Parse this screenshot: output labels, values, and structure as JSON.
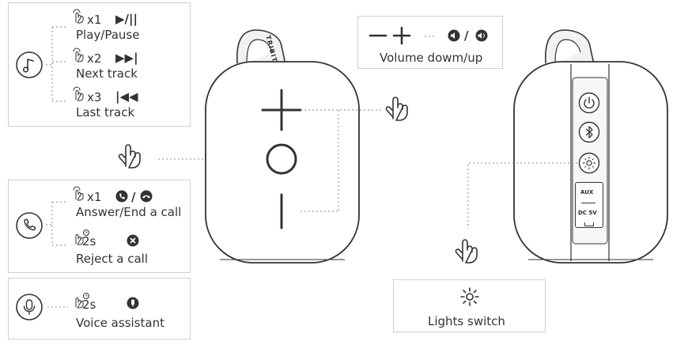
{
  "controls": {
    "media": {
      "items": [
        {
          "count": "x1",
          "glyph": "▶/||",
          "label": "Play/Pause"
        },
        {
          "count": "x2",
          "glyph": "▶▶|",
          "label": "Next track"
        },
        {
          "count": "x3",
          "glyph": "|◀◀",
          "label": "Last track"
        }
      ]
    },
    "call": {
      "items": [
        {
          "count": "x1",
          "label": "Answer/End a call"
        },
        {
          "count": "2s",
          "label": "Reject a call"
        }
      ]
    },
    "voice": {
      "count": "2s",
      "label": "Voice assistant"
    },
    "volume": {
      "glyph": "— + ···",
      "label": "Volume dowm/up"
    },
    "lights": {
      "label": "Lights switch"
    }
  },
  "speaker": {
    "strap_text": "TRIBIT",
    "port_labels": {
      "aux": "AUX",
      "dc": "DC 5V"
    }
  },
  "icons": [
    "music-note-icon",
    "phone-icon",
    "microphone-icon",
    "hand-tap-icon",
    "power-icon",
    "bluetooth-icon",
    "light-icon"
  ]
}
